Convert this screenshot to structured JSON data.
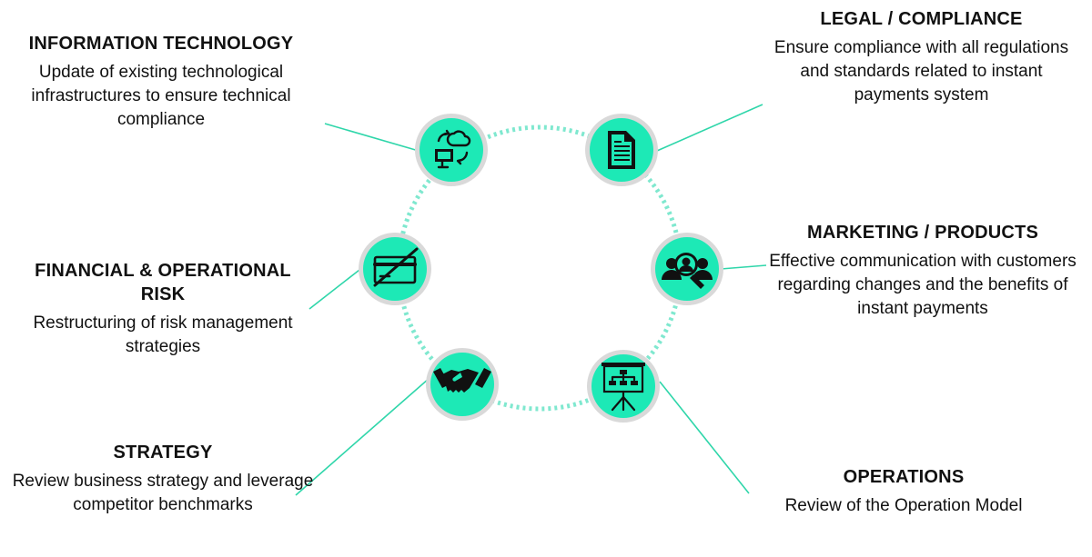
{
  "colors": {
    "accent": "#1de9b6",
    "ring": "#7fe8cf",
    "icon": "#111111",
    "halo": "#d9d9d9",
    "connector": "#2fd6aa"
  },
  "areas": [
    {
      "id": "it",
      "title": "INFORMATION TECHNOLOGY",
      "description": "Update of existing technological infrastructures to ensure technical compliance",
      "icon": "cloud-computer-sync-icon"
    },
    {
      "id": "legal",
      "title": "LEGAL / COMPLIANCE",
      "description": "Ensure compliance with all regulations and standards related to instant payments system",
      "icon": "document-icon"
    },
    {
      "id": "marketing",
      "title": "MARKETING / PRODUCTS",
      "description": "Effective communication with customers regarding changes and the benefits of instant payments",
      "icon": "customer-search-icon"
    },
    {
      "id": "operations",
      "title": "OPERATIONS",
      "description": "Review of the Operation Model",
      "icon": "presentation-board-icon"
    },
    {
      "id": "strategy",
      "title": "STRATEGY",
      "description": "Review business strategy and leverage competitor benchmarks",
      "icon": "handshake-icon"
    },
    {
      "id": "risk",
      "title": "FINANCIAL & OPERATIONAL RISK",
      "description": "Restructuring of risk management strategies",
      "icon": "crossed-card-icon"
    }
  ]
}
